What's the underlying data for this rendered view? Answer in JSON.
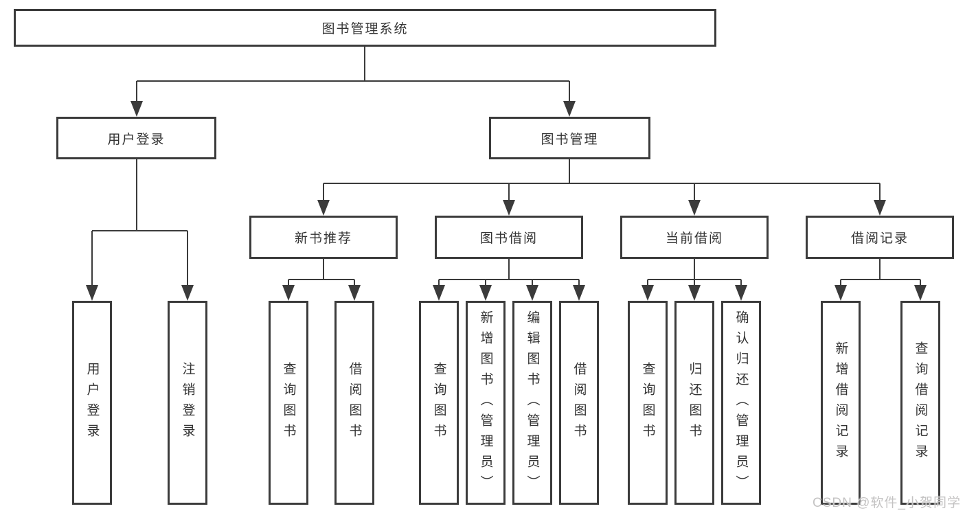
{
  "colors": {
    "line": "#3b3b3b",
    "box_border": "#3b3b3b",
    "text": "#333333",
    "background": "#ffffff",
    "watermark": "#c4c3c3"
  },
  "tree": {
    "root": "图书管理系统",
    "branches": [
      {
        "label": "用户登录",
        "children": [
          "用户登录",
          "注销登录"
        ]
      },
      {
        "label": "图书管理",
        "sections": [
          {
            "label": "新书推荐",
            "children": [
              "查询图书",
              "借阅图书"
            ]
          },
          {
            "label": "图书借阅",
            "children": [
              "查询图书",
              "新增图书（管理员）",
              "编辑图书（管理员）",
              "借阅图书"
            ]
          },
          {
            "label": "当前借阅",
            "children": [
              "查询图书",
              "归还图书",
              "确认归还（管理员）"
            ]
          },
          {
            "label": "借阅记录",
            "children": [
              "新增借阅记录",
              "查询借阅记录"
            ]
          }
        ]
      }
    ]
  },
  "watermark": "CSDN @软件_小贺同学"
}
